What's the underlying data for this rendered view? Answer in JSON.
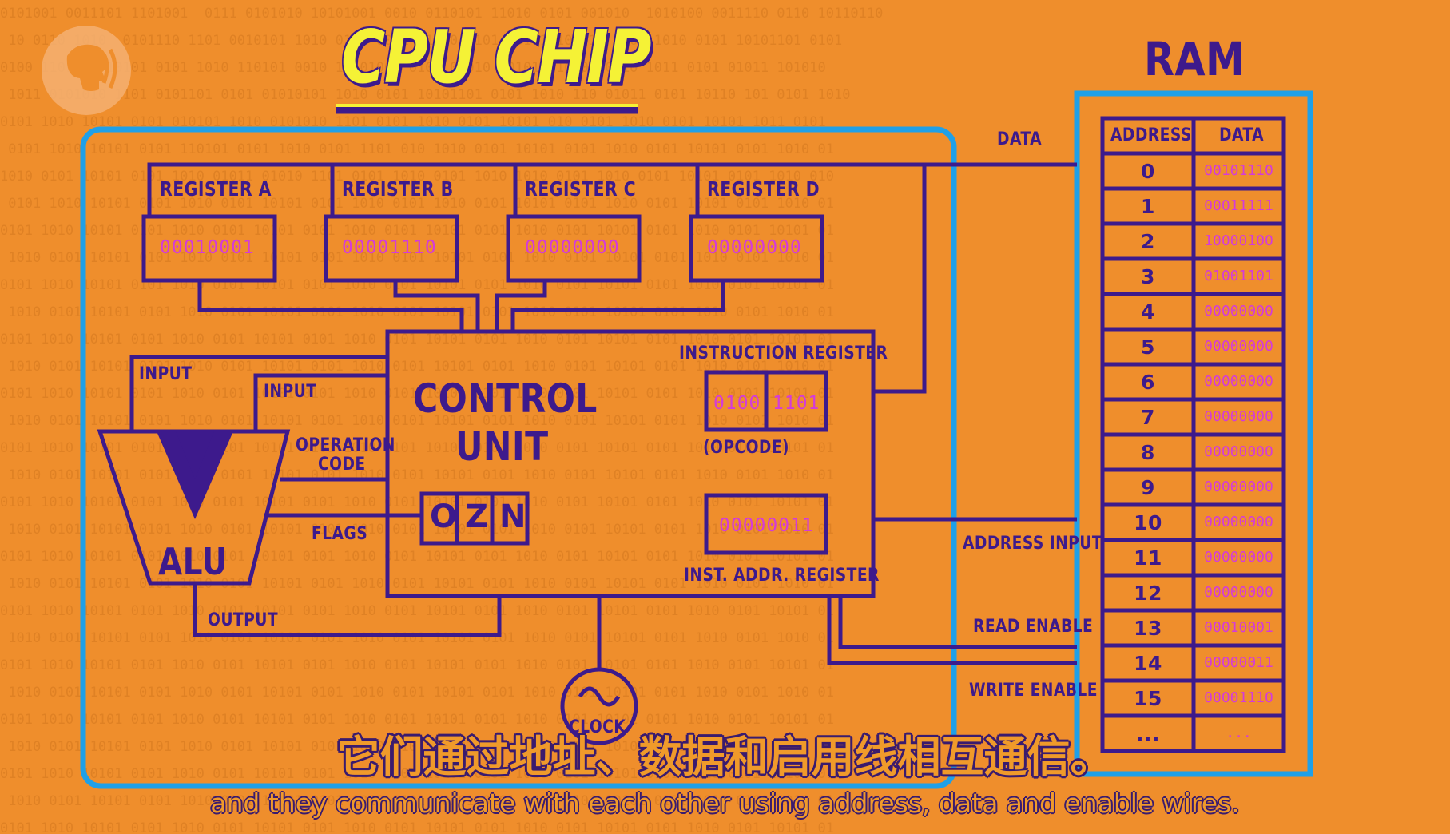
{
  "title": "CPU CHIP",
  "ram_title": "RAM",
  "registers": [
    {
      "name": "REGISTER A",
      "value": "00010001"
    },
    {
      "name": "REGISTER B",
      "value": "00001110"
    },
    {
      "name": "REGISTER C",
      "value": "00000000"
    },
    {
      "name": "REGISTER D",
      "value": "00000000"
    }
  ],
  "control_unit": {
    "label_line1": "CONTROL",
    "label_line2": "UNIT",
    "instruction_register_label": "INSTRUCTION REGISTER",
    "opcode": "0100",
    "operand": "1101",
    "opcode_label": "(OPCODE)",
    "inst_addr_value": "00000011",
    "inst_addr_label": "INST. ADDR. REGISTER",
    "flags": [
      "O",
      "Z",
      "N"
    ]
  },
  "alu": {
    "label": "ALU",
    "input1": "INPUT",
    "input2": "INPUT",
    "operation_code_line1": "OPERATION",
    "operation_code_line2": "CODE",
    "flags": "FLAGS",
    "output": "OUTPUT"
  },
  "clock": "CLOCK",
  "wires": {
    "data": "DATA",
    "address_input": "ADDRESS INPUT",
    "read_enable": "READ ENABLE",
    "write_enable": "WRITE ENABLE"
  },
  "ram": {
    "headers": [
      "ADDRESS",
      "DATA"
    ],
    "rows": [
      [
        "0",
        "00101110"
      ],
      [
        "1",
        "00011111"
      ],
      [
        "2",
        "10000100"
      ],
      [
        "3",
        "01001101"
      ],
      [
        "4",
        "00000000"
      ],
      [
        "5",
        "00000000"
      ],
      [
        "6",
        "00000000"
      ],
      [
        "7",
        "00000000"
      ],
      [
        "8",
        "00000000"
      ],
      [
        "9",
        "00000000"
      ],
      [
        "10",
        "00000000"
      ],
      [
        "11",
        "00000000"
      ],
      [
        "12",
        "00000000"
      ],
      [
        "13",
        "00010001"
      ],
      [
        "14",
        "00000011"
      ],
      [
        "15",
        "00001110"
      ],
      [
        "...",
        "..."
      ]
    ]
  },
  "subtitles": {
    "chinese": "它们通过地址、数据和启用线相互通信。",
    "english": "and they communicate with each other using address, data and enable wires."
  },
  "colors": {
    "background": "#ef8e2c",
    "line": "#3d1a8c",
    "value_text": "#d43bd8",
    "blue_border": "#1fa0e8",
    "title_yellow": "#f5f236"
  }
}
